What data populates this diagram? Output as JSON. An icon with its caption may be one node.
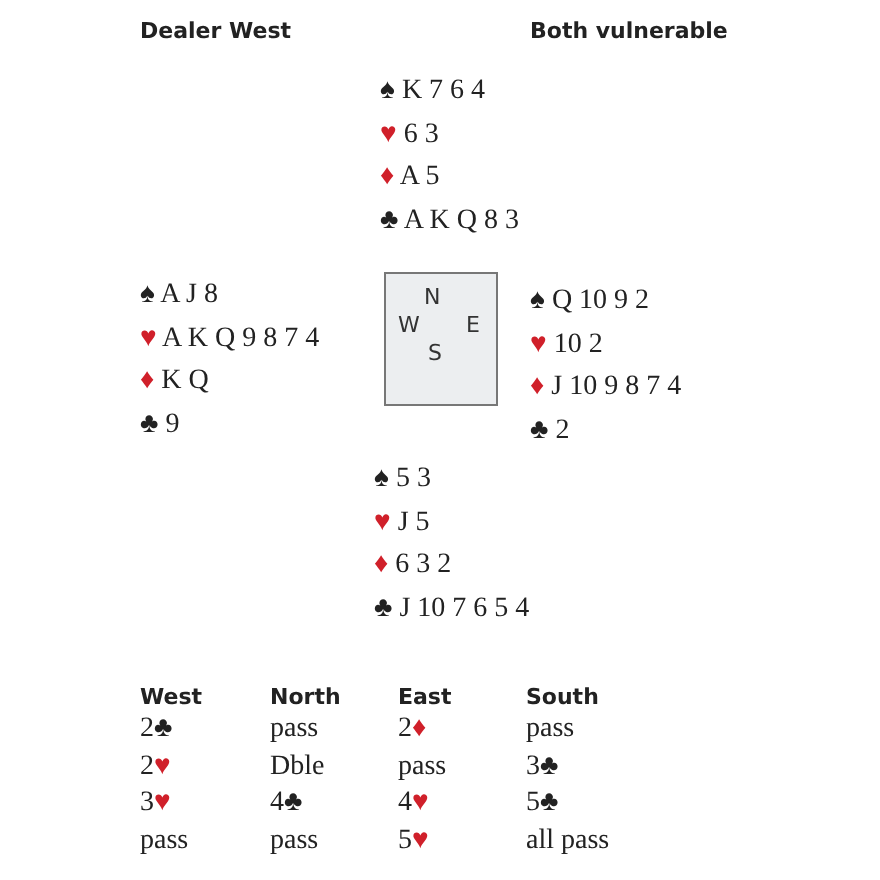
{
  "diagram": {
    "nodes": [
      {
        "text": [
          "N",
          "W",
          "E",
          "S"
        ]
      }
    ],
    "edges": [],
    "labels": [
      "Dealer West",
      "Both vulnerable",
      "♠ K 7 6 4",
      "♥ 6 3",
      "♦ A 5",
      "♣ A K Q 8 3",
      "♠ A J 8",
      "♥ A K Q 9 8 7 4",
      "♦ K Q",
      "♣ 9",
      "♠ Q 10 9 2",
      "♥ 10 2",
      "♦ J 10 9 8 7 4",
      "♣ 2",
      "♠ 5 3",
      "♥ J 5",
      "♦ 6 3 2",
      "♣ J 10 7 6 5 4",
      "West",
      "North",
      "East",
      "South",
      "2♣",
      "pass",
      "2♦",
      "pass",
      "2♥",
      "Dble",
      "pass",
      "3♣",
      "3♥",
      "4♣",
      "4♥",
      "5♣",
      "pass",
      "pass",
      "5♥",
      "all pass"
    ]
  }
}
